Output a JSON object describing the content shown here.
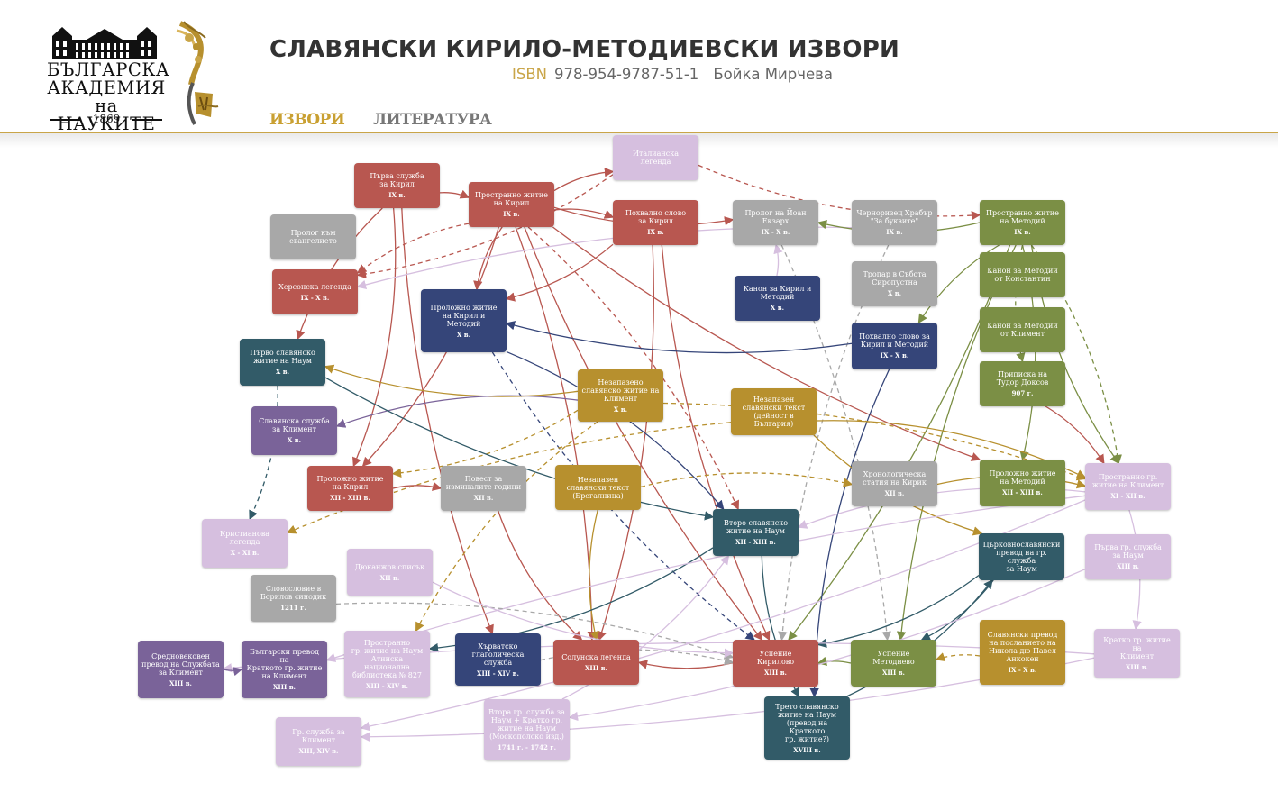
{
  "header": {
    "logo_lines": [
      "БЪЛГАРСКА",
      "АКАДЕМИЯ",
      "на НАУКИТЕ"
    ],
    "logo_year": "1869",
    "title": "СЛАВЯНСКИ КИРИЛО-МЕТОДИЕВСКИ ИЗВОРИ",
    "isbn_label": "ISBN",
    "isbn_value": "978-954-9787-51-1",
    "author": "Бойка Мирчева",
    "nav": [
      "ИЗВОРИ",
      "ЛИТЕРАТУРА"
    ]
  },
  "colors": {
    "red": "#b85750",
    "gray": "#a8a8a8",
    "navy": "#354579",
    "teal": "#325b68",
    "purple": "#7a6399",
    "olive": "#7b8f45",
    "gold": "#b7902e",
    "lilac": "#d6bfdf",
    "accent": "#c9a548"
  },
  "nodes": [
    {
      "id": "n01",
      "label": "Италианска\nлегенда",
      "date": "",
      "color": "lilac"
    },
    {
      "id": "n02",
      "label": "Първа служба\nза Кирил",
      "date": "IX в.",
      "color": "red"
    },
    {
      "id": "n03",
      "label": "Пространно житие\nна Кирил",
      "date": "IX в.",
      "color": "red"
    },
    {
      "id": "n04",
      "label": "Похвално слово\nза Кирил",
      "date": "IX в.",
      "color": "red"
    },
    {
      "id": "n05",
      "label": "Пролог на Йоан\nЕкзарх",
      "date": "IX - X в.",
      "color": "gray"
    },
    {
      "id": "n06",
      "label": "Черноризец Храбър\n\"За буквите\"",
      "date": "IX в.",
      "color": "gray"
    },
    {
      "id": "n07",
      "label": "Пространно житие\nна Методий",
      "date": "IX в.",
      "color": "olive"
    },
    {
      "id": "n08",
      "label": "Пролог към\nевангелието",
      "date": "",
      "color": "gray"
    },
    {
      "id": "n09",
      "label": "Херсонска легенда",
      "date": "IX - X в.",
      "color": "red"
    },
    {
      "id": "n10",
      "label": "Проложно житие\nна Кирил и\nМетодий",
      "date": "X в.",
      "color": "navy"
    },
    {
      "id": "n11",
      "label": "Канон за Кирил и\nМетодий",
      "date": "X в.",
      "color": "navy"
    },
    {
      "id": "n12",
      "label": "Тропар в Събота\nСиропустна",
      "date": "X в.",
      "color": "gray"
    },
    {
      "id": "n13",
      "label": "Канон за Методий\nот Константин",
      "date": "",
      "color": "olive"
    },
    {
      "id": "n14",
      "label": "Канон за Методий\nот Климент",
      "date": "",
      "color": "olive"
    },
    {
      "id": "n15",
      "label": "Първо славянско\nжитие на Наум",
      "date": "X в.",
      "color": "teal"
    },
    {
      "id": "n16",
      "label": "Похвално слово за\nКирил и Методий",
      "date": "IX - X в.",
      "color": "navy"
    },
    {
      "id": "n17",
      "label": "Приписка на\nТудор Доксов",
      "date": "907 г.",
      "color": "olive"
    },
    {
      "id": "n18",
      "label": "Незапазено\nславянско житие на\nКлимент",
      "date": "X в.",
      "color": "gold"
    },
    {
      "id": "n19",
      "label": "Незапазен\nславянски текст\n(дейност в България)",
      "date": "",
      "color": "gold"
    },
    {
      "id": "n20",
      "label": "Славянска служба\nза Климент",
      "date": "X в.",
      "color": "purple"
    },
    {
      "id": "n21",
      "label": "Проложно житие\nна Кирил",
      "date": "XII - XIII в.",
      "color": "red"
    },
    {
      "id": "n22",
      "label": "Повест за\nизминалите години",
      "date": "XII в.",
      "color": "gray"
    },
    {
      "id": "n23",
      "label": "Незапазен\nславянски текст\n(Брегалница)",
      "date": "",
      "color": "gold"
    },
    {
      "id": "n24",
      "label": "Хронологическа\nстатия на Кирик",
      "date": "XII в.",
      "color": "gray"
    },
    {
      "id": "n25",
      "label": "Проложно житие\nна Методий",
      "date": "XII - XIII в.",
      "color": "olive"
    },
    {
      "id": "n26",
      "label": "Пространно гр.\nжитие на Климент",
      "date": "XI - XII в.",
      "color": "lilac"
    },
    {
      "id": "n27",
      "label": "Кристианова\nлегенда",
      "date": "X - XI в.",
      "color": "lilac"
    },
    {
      "id": "n28",
      "label": "Второ славянско\nжитие на Наум",
      "date": "XII - XIII в.",
      "color": "teal"
    },
    {
      "id": "n29",
      "label": "Църковнославянски\nпревод на гр. служба\nза Наум",
      "date": "",
      "color": "teal"
    },
    {
      "id": "n30",
      "label": "Първа гр. служба\nза Наум",
      "date": "XIII в.",
      "color": "lilac"
    },
    {
      "id": "n31",
      "label": "Дюканжов списък",
      "date": "XII в.",
      "color": "lilac"
    },
    {
      "id": "n32",
      "label": "Словословие в\nБорилов синодик",
      "date": "1211 г.",
      "color": "gray"
    },
    {
      "id": "n33",
      "label": "Средновековен\nпревод на Службата\nза Климент",
      "date": "XIII в.",
      "color": "purple"
    },
    {
      "id": "n34",
      "label": "Български превод на\nКраткото гр. житие\nна Климент",
      "date": "XIII в.",
      "color": "purple"
    },
    {
      "id": "n35",
      "label": "Пространно\nгр. житие на Наум\nАтинска национална\nбиблиотека № 827",
      "date": "XIII - XIV в.",
      "color": "lilac"
    },
    {
      "id": "n36",
      "label": "Хърватско\nглаголическа\nслужба",
      "date": "XIII - XIV в.",
      "color": "navy"
    },
    {
      "id": "n37",
      "label": "Солунска легенда",
      "date": "XIII в.",
      "color": "red"
    },
    {
      "id": "n38",
      "label": "Успение\nКирилово",
      "date": "XIII в.",
      "color": "red"
    },
    {
      "id": "n39",
      "label": "Успение\nМетодиево",
      "date": "XIII в.",
      "color": "olive"
    },
    {
      "id": "n40",
      "label": "Славянски превод\nна посланието на\nНикола дю Павел\nАнкокен",
      "date": "IX - X в.",
      "color": "gold"
    },
    {
      "id": "n41",
      "label": "Кратко гр. житие на\nКлимент",
      "date": "XIII в.",
      "color": "lilac"
    },
    {
      "id": "n42",
      "label": "Гр. служба за\nКлимент",
      "date": "XIII, XIV в.",
      "color": "lilac"
    },
    {
      "id": "n43",
      "label": "Втора гр. служба за\nНаум + Кратко гр.\nжитие на Наум\n(Москополско изд.)",
      "date": "1741 г. - 1742 г.",
      "color": "lilac"
    },
    {
      "id": "n44",
      "label": "Трето славянско\nжитие на Наум\n(превод на Краткото\nгр. житие?)",
      "date": "XVIII в.",
      "color": "teal"
    }
  ],
  "edges": [
    {
      "from": "n03",
      "to": "n01",
      "color": "red",
      "dashed": false
    },
    {
      "from": "n03",
      "to": "n05",
      "color": "red",
      "dashed": false
    },
    {
      "from": "n03",
      "to": "n04",
      "color": "red",
      "dashed": false
    },
    {
      "from": "n03",
      "to": "n10",
      "color": "red",
      "dashed": false
    },
    {
      "from": "n03",
      "to": "n21",
      "color": "red",
      "dashed": false
    },
    {
      "from": "n03",
      "to": "n38",
      "color": "red",
      "dashed": false
    },
    {
      "from": "n03",
      "to": "n37",
      "color": "red",
      "dashed": false
    },
    {
      "from": "n03",
      "to": "n09",
      "color": "red",
      "dashed": true
    },
    {
      "from": "n03",
      "to": "n28",
      "color": "red",
      "dashed": true
    },
    {
      "from": "n03",
      "to": "n25",
      "color": "red",
      "dashed": false
    },
    {
      "from": "n02",
      "to": "n03",
      "color": "red",
      "dashed": false
    },
    {
      "from": "n02",
      "to": "n15",
      "color": "red",
      "dashed": false
    },
    {
      "from": "n02",
      "to": "n21",
      "color": "red",
      "dashed": false
    },
    {
      "from": "n02",
      "to": "n36",
      "color": "red",
      "dashed": false
    },
    {
      "from": "n01",
      "to": "n09",
      "color": "red",
      "dashed": true
    },
    {
      "from": "n01",
      "to": "n07",
      "color": "red",
      "dashed": true
    },
    {
      "from": "n04",
      "to": "n10",
      "color": "red",
      "dashed": false
    },
    {
      "from": "n04",
      "to": "n38",
      "color": "red",
      "dashed": false
    },
    {
      "from": "n04",
      "to": "n37",
      "color": "red",
      "dashed": false
    },
    {
      "from": "n06",
      "to": "n09",
      "color": "lilac",
      "dashed": false
    },
    {
      "from": "n05",
      "to": "n39",
      "color": "gray",
      "dashed": true
    },
    {
      "from": "n06",
      "to": "n38",
      "color": "gray",
      "dashed": true
    },
    {
      "from": "n07",
      "to": "n05",
      "color": "olive",
      "dashed": false
    },
    {
      "from": "n07",
      "to": "n16",
      "color": "olive",
      "dashed": false
    },
    {
      "from": "n07",
      "to": "n25",
      "color": "olive",
      "dashed": false
    },
    {
      "from": "n07",
      "to": "n39",
      "color": "olive",
      "dashed": false
    },
    {
      "from": "n07",
      "to": "n38",
      "color": "olive",
      "dashed": false
    },
    {
      "from": "n07",
      "to": "n17",
      "color": "olive",
      "dashed": true
    },
    {
      "from": "n07",
      "to": "n26",
      "color": "olive",
      "dashed": true
    },
    {
      "from": "n07",
      "to": "n26",
      "color": "olive",
      "dashed": false
    },
    {
      "from": "n16",
      "to": "n10",
      "color": "navy",
      "dashed": false
    },
    {
      "from": "n16",
      "to": "n44",
      "color": "navy",
      "dashed": false
    },
    {
      "from": "n10",
      "to": "n28",
      "color": "navy",
      "dashed": false
    },
    {
      "from": "n10",
      "to": "n38",
      "color": "navy",
      "dashed": true
    },
    {
      "from": "n18",
      "to": "n15",
      "color": "gold",
      "dashed": false
    },
    {
      "from": "n18",
      "to": "n20",
      "color": "purple",
      "dashed": false
    },
    {
      "from": "n18",
      "to": "n26",
      "color": "gold",
      "dashed": true
    },
    {
      "from": "n18",
      "to": "n35",
      "color": "gold",
      "dashed": true
    },
    {
      "from": "n18",
      "to": "n21",
      "color": "gold",
      "dashed": true
    },
    {
      "from": "n19",
      "to": "n29",
      "color": "gold",
      "dashed": false
    },
    {
      "from": "n19",
      "to": "n26",
      "color": "gold",
      "dashed": false
    },
    {
      "from": "n19",
      "to": "n27",
      "color": "gold",
      "dashed": true
    },
    {
      "from": "n23",
      "to": "n24",
      "color": "gold",
      "dashed": true
    },
    {
      "from": "n23",
      "to": "n37",
      "color": "gold",
      "dashed": false
    },
    {
      "from": "n15",
      "to": "n27",
      "color": "teal",
      "dashed": true
    },
    {
      "from": "n15",
      "to": "n28",
      "color": "teal",
      "dashed": false
    },
    {
      "from": "n28",
      "to": "n35",
      "color": "teal",
      "dashed": false
    },
    {
      "from": "n28",
      "to": "n44",
      "color": "teal",
      "dashed": false
    },
    {
      "from": "n21",
      "to": "n22",
      "color": "red",
      "dashed": false
    },
    {
      "from": "n22",
      "to": "n37",
      "color": "red",
      "dashed": false
    },
    {
      "from": "n38",
      "to": "n37",
      "color": "red",
      "dashed": false
    },
    {
      "from": "n39",
      "to": "n38",
      "color": "olive",
      "dashed": false
    },
    {
      "from": "n29",
      "to": "n39",
      "color": "teal",
      "dashed": false
    },
    {
      "from": "n40",
      "to": "n39",
      "color": "gold",
      "dashed": true
    },
    {
      "from": "n26",
      "to": "n41",
      "color": "lilac",
      "dashed": false
    },
    {
      "from": "n26",
      "to": "n34",
      "color": "lilac",
      "dashed": false
    },
    {
      "from": "n26",
      "to": "n42",
      "color": "lilac",
      "dashed": false
    },
    {
      "from": "n26",
      "to": "n28",
      "color": "lilac",
      "dashed": false
    },
    {
      "from": "n29",
      "to": "n38",
      "color": "teal",
      "dashed": false
    },
    {
      "from": "n44",
      "to": "n29",
      "color": "teal",
      "dashed": false
    },
    {
      "from": "n30",
      "to": "n43",
      "color": "lilac",
      "dashed": false
    },
    {
      "from": "n41",
      "to": "n33",
      "color": "lilac",
      "dashed": false
    },
    {
      "from": "n41",
      "to": "n42",
      "color": "lilac",
      "dashed": false
    },
    {
      "from": "n33",
      "to": "n34",
      "color": "purple",
      "dashed": false
    },
    {
      "from": "n32",
      "to": "n38",
      "color": "gray",
      "dashed": true
    },
    {
      "from": "n31",
      "to": "n38",
      "color": "lilac",
      "dashed": false
    },
    {
      "from": "n36",
      "to": "n38",
      "color": "gray",
      "dashed": true
    },
    {
      "from": "n43",
      "to": "n28",
      "color": "lilac",
      "dashed": false
    },
    {
      "from": "n24",
      "to": "n26",
      "color": "gold",
      "dashed": false
    },
    {
      "from": "n11",
      "to": "n05",
      "color": "lilac",
      "dashed": false
    },
    {
      "from": "n17",
      "to": "n26",
      "color": "red",
      "dashed": false
    }
  ]
}
